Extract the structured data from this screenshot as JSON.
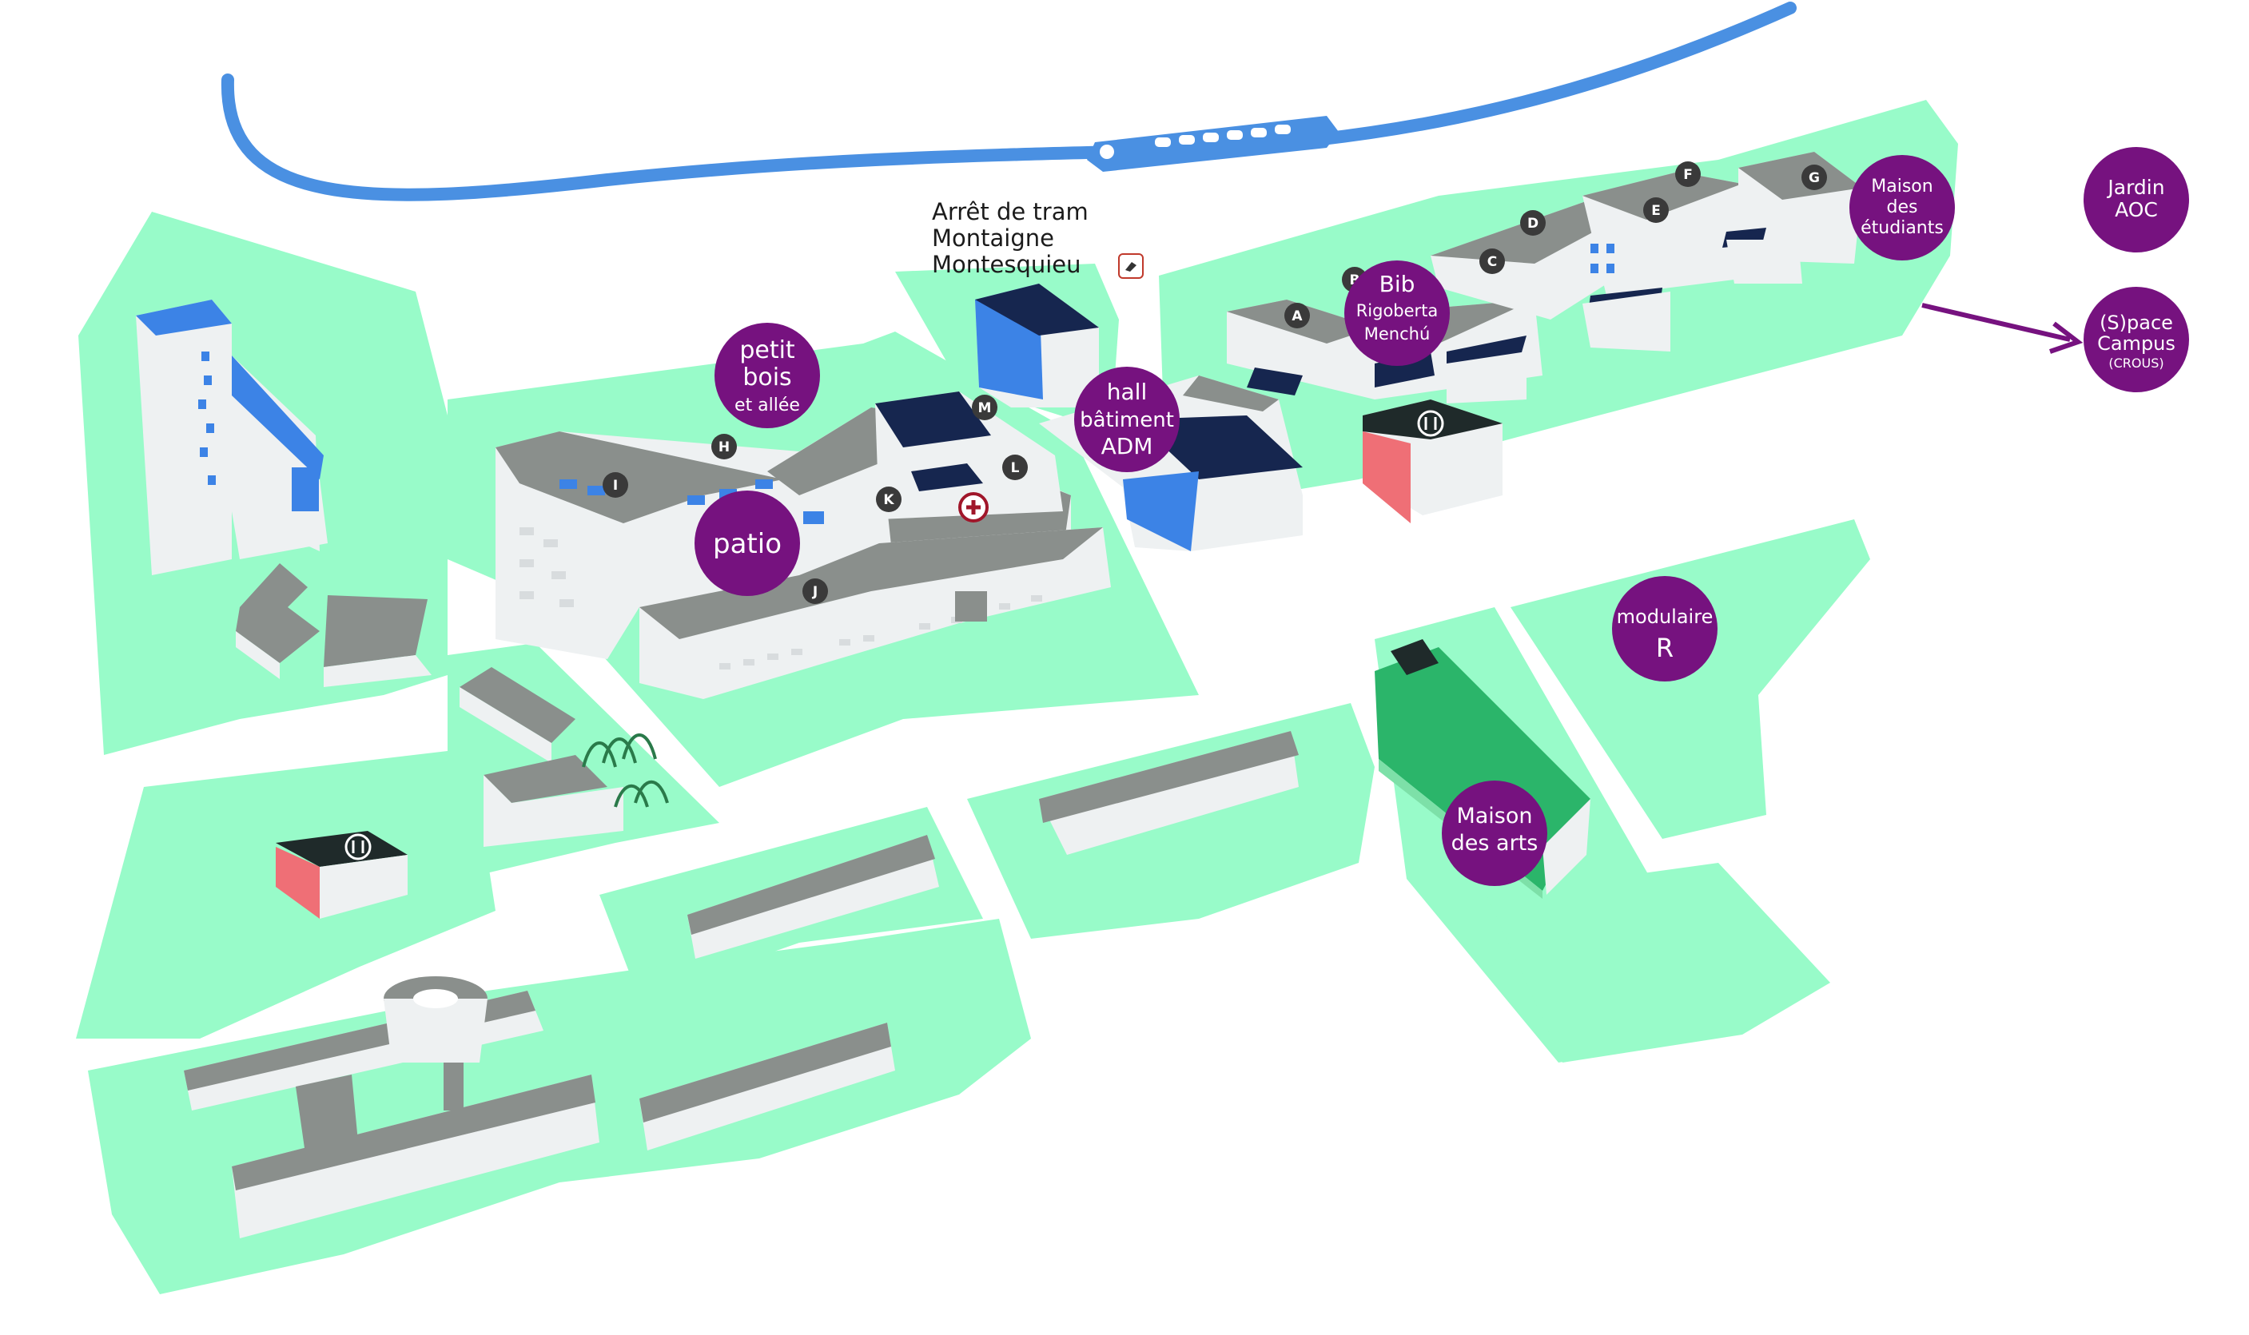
{
  "colors": {
    "ground": "#98fbc9",
    "tram_line": "#4a90e2",
    "poi": "#76127f",
    "roof_grey": "#8a8f8c",
    "roof_navy": "#16264f",
    "roof_blue": "#3c83e6",
    "wall": "#eef1f2",
    "badge": "#3a3a3a",
    "resto_red": "#ef6f76",
    "resto_roof": "#1f2a2a",
    "arts_green": "#2bb56a"
  },
  "tram_stop": {
    "line1": "Arrêt de tram",
    "line2": "Montaigne",
    "line3": "Montesquieu",
    "icon": "tram-icon"
  },
  "pois": {
    "petit_bois": {
      "line1": "petit",
      "line2": "bois",
      "line3": "et allée"
    },
    "patio": {
      "line1": "patio"
    },
    "hall": {
      "line1": "hall",
      "line2": "bâtiment",
      "line3": "ADM"
    },
    "bib": {
      "line1": "Bib",
      "line2": "Rigoberta",
      "line3": "Menchú"
    },
    "maison_etudiants": {
      "line1": "Maison",
      "line2": "des",
      "line3": "étudiants"
    },
    "jardin": {
      "line1": "Jardin",
      "line2": "AOC"
    },
    "space_campus": {
      "line1": "(S)pace",
      "line2": "Campus",
      "line3": "(CROUS)"
    },
    "modulaire": {
      "line1": "modulaire",
      "line2": "R"
    },
    "maison_arts": {
      "line1": "Maison",
      "line2": "des arts"
    }
  },
  "building_letters": [
    "A",
    "B",
    "C",
    "D",
    "E",
    "F",
    "G",
    "H",
    "I",
    "J",
    "K",
    "L",
    "M"
  ],
  "icons": {
    "restaurant": "restaurant-icon",
    "first_aid": "first-aid-icon",
    "tram": "tram-icon",
    "arrow": "arrow-right-icon"
  }
}
